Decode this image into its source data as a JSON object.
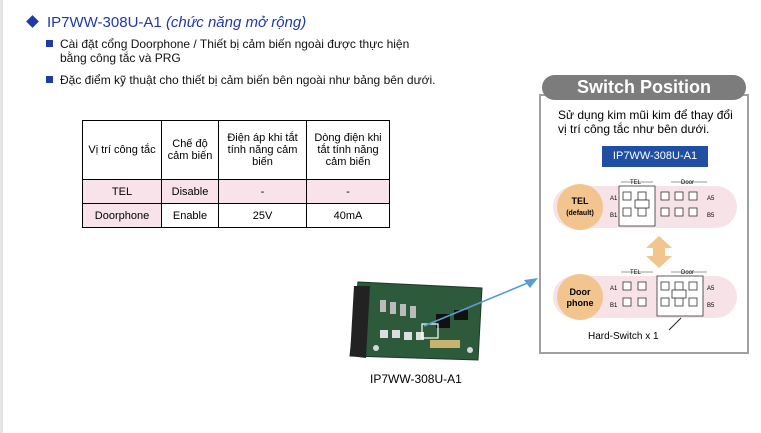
{
  "heading": {
    "model": "IP7WW-308U-A1",
    "note": "(chức năng mở rộng)"
  },
  "bullets": [
    "Cài đặt cổng Doorphone / Thiết bị cảm biến ngoài được thực hiện\nbằng công tắc và PRG",
    "Đặc điểm kỹ thuật cho thiết bị cảm biến bên ngoài như bảng bên dưới."
  ],
  "table": {
    "headers": [
      "Vị trí công tắc",
      "Chế độ cảm biến",
      "Điện áp khi tắt tính năng cảm biến",
      "Dòng điện khi tắt tính năng cảm biến"
    ],
    "rows": [
      [
        "TEL",
        "Disable",
        "-",
        "-"
      ],
      [
        "Doorphone",
        "Enable",
        "25V",
        "40mA"
      ]
    ]
  },
  "board_caption": "IP7WW-308U-A1",
  "switch_panel": {
    "title": "Switch Position",
    "description": "Sử dụng kim mũi kim để thay đổi vị trí công tắc như bên dưới.",
    "model": "IP7WW-308U-A1",
    "state_tel": [
      "TEL",
      "(default)"
    ],
    "state_door": [
      "Door",
      "phone"
    ],
    "group_tel": "TEL",
    "group_door": "Door",
    "pin_a1": "A1",
    "pin_b1": "B1",
    "pin_a5": "A5",
    "pin_b5": "B5",
    "hard_switch": "Hard-Switch x 1"
  },
  "colors": {
    "heading": "#1f3aa8",
    "table_pink": "#f8e3ea",
    "model_tag": "#1f4ea3",
    "state_circle": "#f2c58e",
    "arrow": "#5b9bd5"
  }
}
